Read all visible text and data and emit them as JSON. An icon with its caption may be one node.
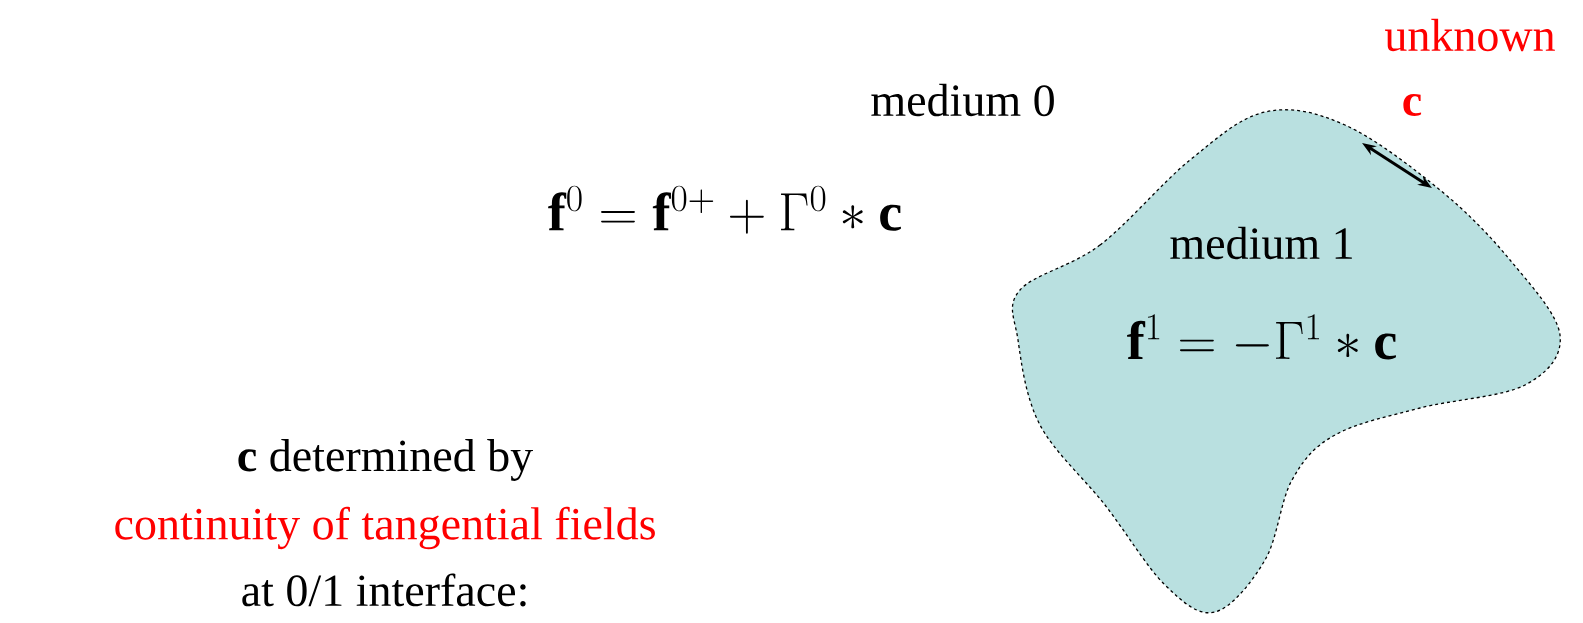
{
  "diagram": {
    "nodes": [
      {
        "text": [
          "medium 1",
          "\\mathbf{f}^{1} = -\\Gamma^{1} * \\mathbf{c}"
        ]
      }
    ],
    "labels": [
      "unknown",
      "c",
      "medium 0",
      "\\mathbf{f}^{0} = \\mathbf{f}^{0+} + \\Gamma^{0} * \\mathbf{c}",
      "**c** determined by",
      "continuity of tangential fields",
      "at 0/1 interface:"
    ]
  }
}
